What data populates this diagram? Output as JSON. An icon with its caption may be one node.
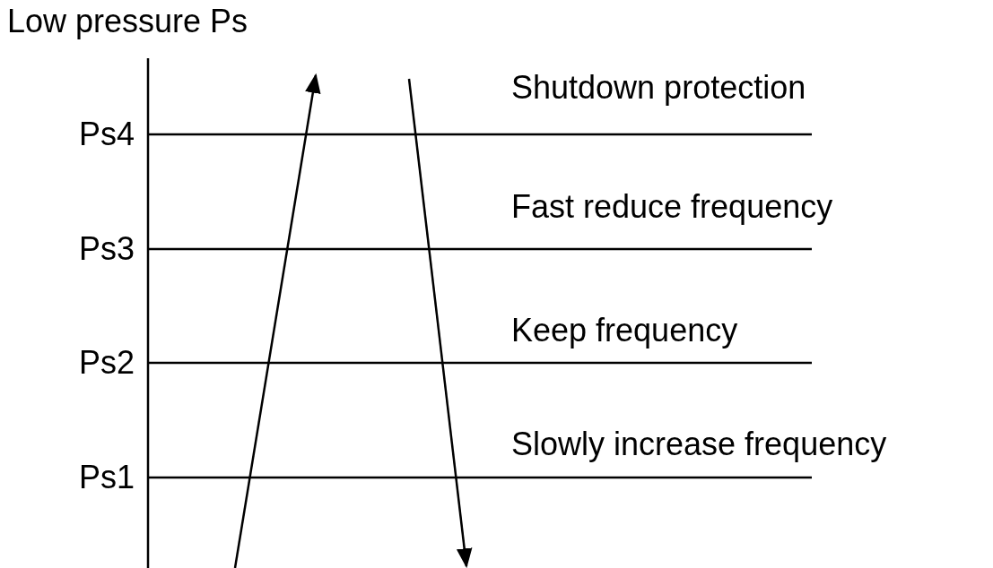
{
  "diagram": {
    "labels": [
      "Low pressure Ps",
      "Shutdown protection",
      "Ps4",
      "Fast reduce frequency",
      "Ps3",
      "Keep frequency",
      "Ps2",
      "Slowly increase frequency",
      "Ps1"
    ]
  }
}
